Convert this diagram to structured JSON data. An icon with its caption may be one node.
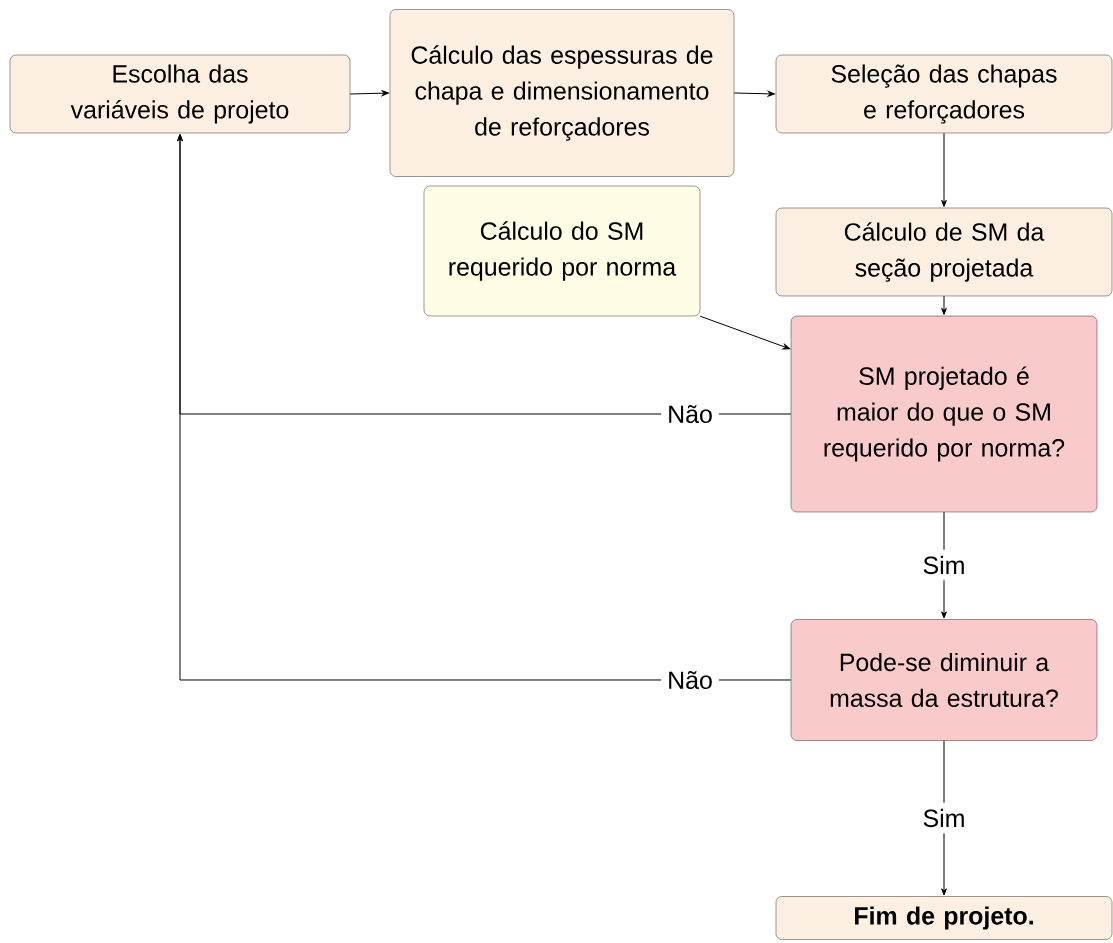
{
  "diagram": {
    "nodes": [
      {
        "text": [
          "Escolha das variáveis de projeto"
        ]
      },
      {
        "text": [
          "Cálculo das espessuras de chapa e dimensionamento de reforçadores"
        ]
      },
      {
        "text": [
          "Seleção das chapas e reforçadores"
        ]
      },
      {
        "text": [
          "Cálculo do SM requerido por norma"
        ]
      },
      {
        "text": [
          "Cálculo de SM da seção projetada"
        ]
      },
      {
        "text": [
          "SM projetado é maior do que o SM requerido por norma?"
        ]
      },
      {
        "text": [
          "Pode-se diminuir a massa da estrutura?"
        ]
      },
      {
        "text": [
          "Fim de projeto."
        ]
      }
    ],
    "edges": [
      {
        "from": 0,
        "to": 1,
        "arrow": "to"
      },
      {
        "from": 1,
        "to": 2,
        "arrow": "to"
      },
      {
        "from": 2,
        "to": 4,
        "arrow": "to"
      },
      {
        "from": 4,
        "to": 5,
        "arrow": "to"
      },
      {
        "from": 3,
        "to": 5,
        "arrow": "to"
      },
      {
        "from": 5,
        "to": 0,
        "arrow": "to",
        "label": "Não"
      },
      {
        "from": 5,
        "to": 6,
        "arrow": "to",
        "label": "Sim"
      },
      {
        "from": 6,
        "to": 0,
        "arrow": "to",
        "label": "Não"
      },
      {
        "from": 6,
        "to": 7,
        "arrow": "to",
        "label": "Sim"
      }
    ]
  }
}
